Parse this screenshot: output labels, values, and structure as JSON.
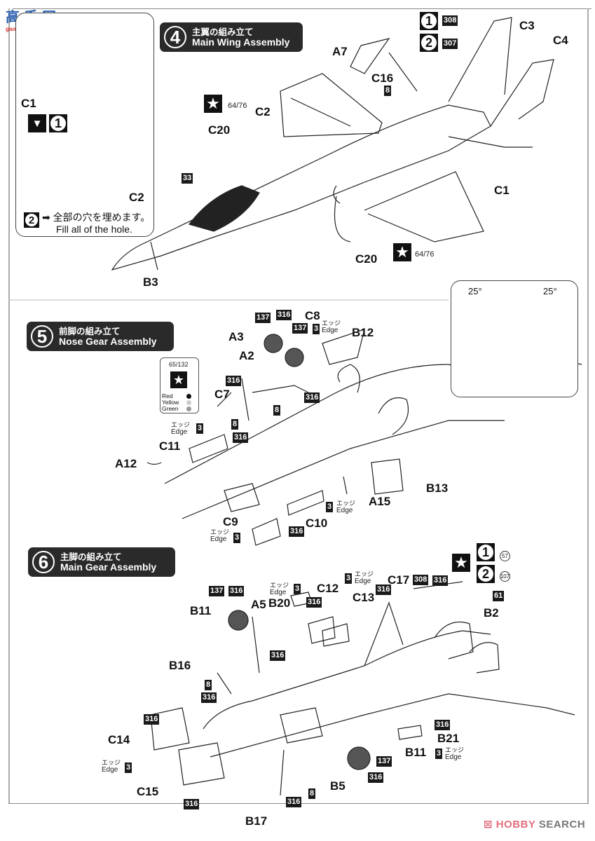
{
  "watermark": {
    "site_cn": "高手网",
    "site_url": "gao-shou.com"
  },
  "footer": {
    "brand_part1": "HOBBY",
    "brand_part2": " SEARCH",
    "brand_icon": "hobby-search-logo-icon"
  },
  "colors": {
    "header_bg": "#2a2a2a",
    "paint_box_bg": "#1a1a1a",
    "hobby_pink": "#e07080",
    "hobby_gray": "#777777"
  },
  "inset_holes": {
    "parts": [
      "C1",
      "C2"
    ],
    "symbols": [
      "drill-hole-icon",
      "step-1-icon"
    ],
    "note_step": "2",
    "note_jp": "全部の穴を埋めます。",
    "note_en": "Fill all of the hole."
  },
  "step4": {
    "number": "4",
    "title_jp": "主翼の組み立て",
    "title_en": "Main Wing Assembly",
    "parts": [
      "A7",
      "C16",
      "C3",
      "C4",
      "C2",
      "C20",
      "C1",
      "C20",
      "B3"
    ],
    "paint_codes": {
      "upper_1": "308",
      "upper_2": "307",
      "c16": "8",
      "cockpit": "33"
    },
    "decals": {
      "left": "64/76",
      "right": "64/76"
    },
    "variants": [
      "1",
      "2"
    ],
    "angle_inset": {
      "left_angle": "25°",
      "right_angle": "25°"
    }
  },
  "step5": {
    "number": "5",
    "title_jp": "前脚の組み立て",
    "title_en": "Nose Gear Assembly",
    "parts": [
      "A3",
      "A2",
      "C8",
      "B12",
      "C7",
      "C11",
      "A12",
      "B13",
      "A15",
      "C9",
      "C10"
    ],
    "paint_codes": [
      "137",
      "316",
      "137",
      "316",
      "316",
      "8",
      "8",
      "316",
      "316"
    ],
    "edge_label_jp": "エッジ",
    "edge_label_en": "Edge",
    "edge_code": "3",
    "decal_legend": {
      "decal": "65/132",
      "lights": [
        {
          "label": "Red",
          "color": "#111111"
        },
        {
          "label": "Yellow",
          "color": "#cccccc"
        },
        {
          "label": "Green",
          "color": "#999999"
        }
      ]
    }
  },
  "step6": {
    "number": "6",
    "title_jp": "主脚の組み立て",
    "title_en": "Main Gear Assembly",
    "parts": [
      "B11",
      "A5",
      "B20",
      "C12",
      "C13",
      "C17",
      "B2",
      "B16",
      "C14",
      "C15",
      "B5",
      "B11",
      "B21",
      "B17"
    ],
    "paint_codes": {
      "b11_tire": "137",
      "b11_hub": "316",
      "a5": "316",
      "b20": "316",
      "c13": "316",
      "c17": "308",
      "c17_rod": "316",
      "c17_tip": "61",
      "b16_a": "8",
      "b16_b": "316",
      "c14": "316",
      "c15": "316",
      "b17_a": "316",
      "b17_b": "8",
      "b21": "316",
      "b11r_tire": "137",
      "b11r_hub": "316"
    },
    "decals": {
      "variant1": "57",
      "variant2": "107"
    },
    "edge_code": "3",
    "edge_label_jp": "エッジ",
    "edge_label_en": "Edge"
  }
}
